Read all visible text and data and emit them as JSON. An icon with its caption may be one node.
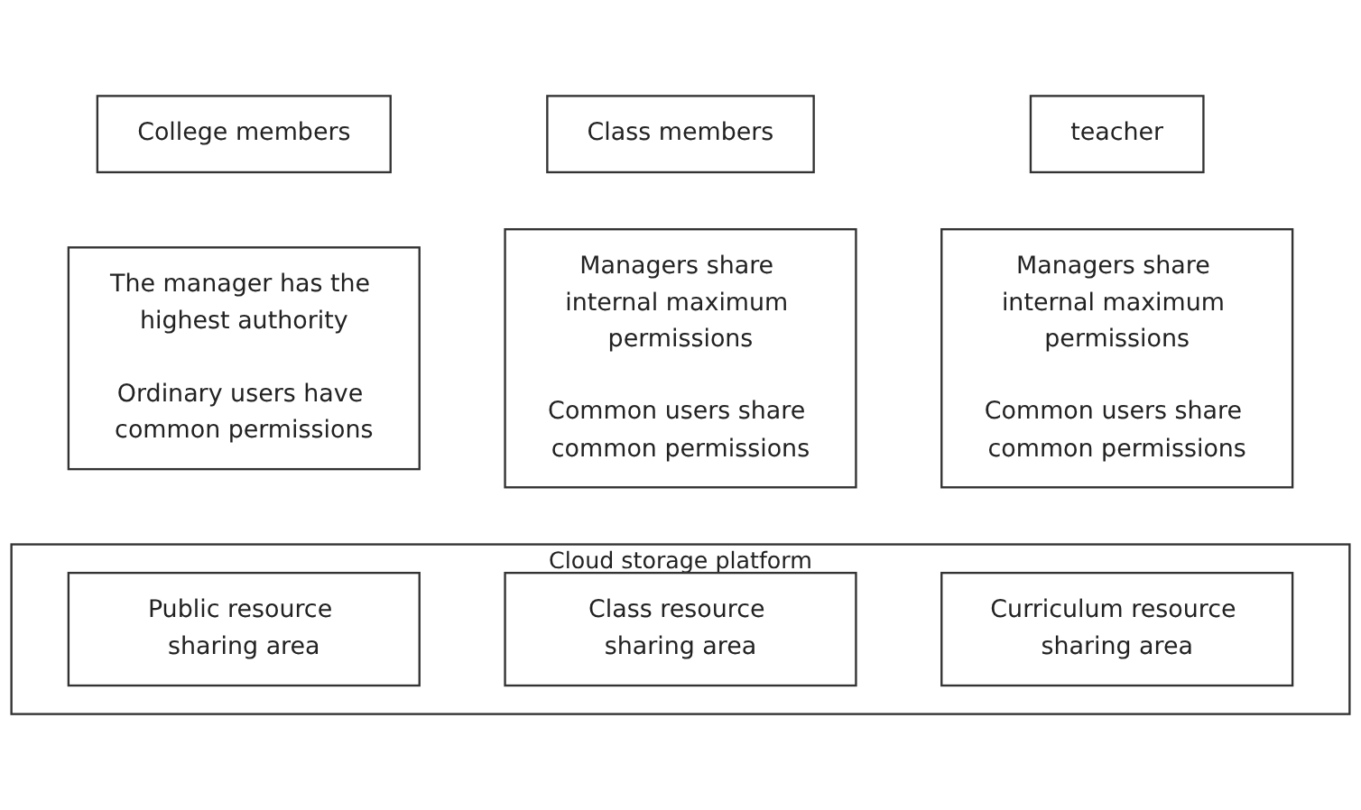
{
  "diagram": {
    "nodes": [
      {
        "text": [
          "College members"
        ]
      },
      {
        "text": [
          "Class members"
        ]
      },
      {
        "text": [
          "teacher"
        ]
      },
      {
        "text": [
          "The manager has the highest authority",
          "Ordinary users have common permissions"
        ]
      },
      {
        "text": [
          "Managers share internal maximum permissions",
          "Common users share common permissions"
        ]
      },
      {
        "text": [
          "Managers share internal maximum permissions",
          "Common users share common permissions"
        ]
      },
      {
        "text": [
          "Cloud storage platform"
        ]
      },
      {
        "text": [
          "Public resource sharing area"
        ],
        "in": 6
      },
      {
        "text": [
          "Class resource sharing area"
        ],
        "in": 6
      },
      {
        "text": [
          "Curriculum resource sharing area"
        ],
        "in": 6
      }
    ]
  }
}
